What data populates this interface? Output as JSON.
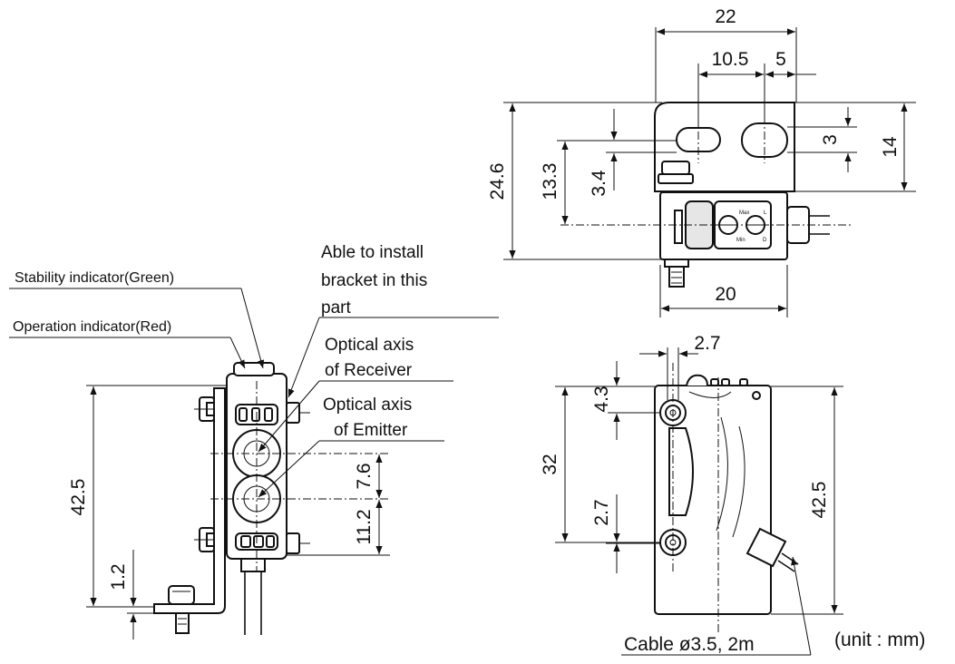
{
  "dimensions": {
    "top_width": "22",
    "top_slot_pitch": "10.5",
    "top_slot_width": "5",
    "top_total_height": "24.6",
    "top_axis_height": "13.3",
    "top_slot_offset": "3.4",
    "top_slot_height": "3",
    "top_bracket_height": "14",
    "top_body_width": "20",
    "front_height": "42.5",
    "front_axis_spacing": "7.6",
    "front_emitter_offset": "11.2",
    "front_bracket_thickness": "1.2",
    "side_screw_offset": "2.7",
    "side_top_offset": "4.3",
    "side_screw_pitch": "32",
    "side_bottom_offset": "2.7",
    "side_height": "42.5"
  },
  "labels": {
    "stability_indicator": "Stability indicator(Green)",
    "operation_indicator": "Operation indicator(Red)",
    "bracket_line1": "Able to install",
    "bracket_line2": "bracket in this",
    "bracket_line3": "part",
    "receiver_line1": "Optical axis",
    "receiver_line2": "of Receiver",
    "emitter_line1": "Optical axis",
    "emitter_line2": "of Emitter",
    "cable": "Cable ø3.5, 2m",
    "unit": "(unit : mm)"
  },
  "knob_labels": {
    "max": "Max",
    "min": "Min",
    "l": "L",
    "d": "D"
  }
}
